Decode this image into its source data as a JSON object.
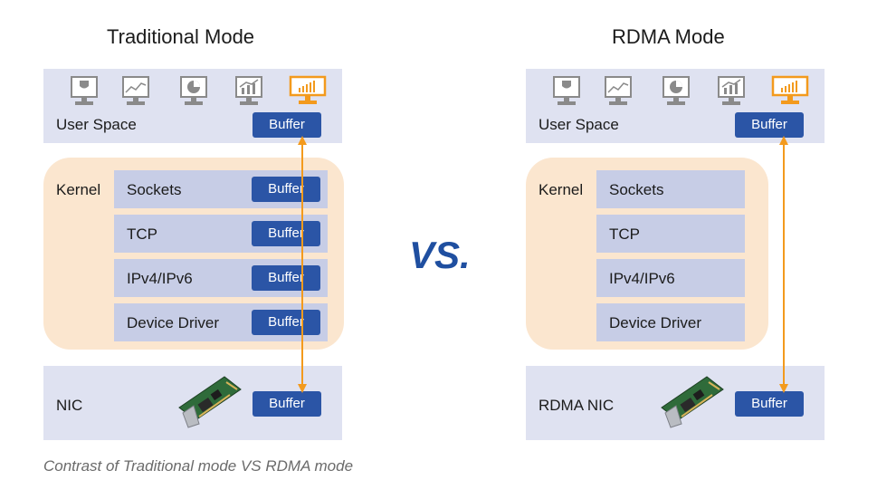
{
  "left": {
    "title": "Traditional Mode",
    "user_space_label": "User Space",
    "kernel_label": "Kernel",
    "layers": [
      "Sockets",
      "TCP",
      "IPv4/IPv6",
      "Device Driver"
    ],
    "nic_label": "NIC",
    "buffer_label": "Buffer"
  },
  "right": {
    "title": "RDMA Mode",
    "user_space_label": "User Space",
    "kernel_label": "Kernel",
    "layers": [
      "Sockets",
      "TCP",
      "IPv4/IPv6",
      "Device Driver"
    ],
    "nic_label": "RDMA NIC",
    "buffer_label": "Buffer"
  },
  "vs_label": "VS.",
  "caption": "Contrast of Traditional mode VS RDMA mode",
  "colors": {
    "panel": "#dfe2f1",
    "kernel": "#fbe6cf",
    "layer": "#c7cde6",
    "buffer": "#2b55a6",
    "arrow": "#f39a1d",
    "vs": "#1f4fa0"
  },
  "icons": [
    "monitor-icon",
    "line-chart-icon",
    "pie-chart-icon",
    "bar-chart-icon",
    "highlighted-bar-chart-icon"
  ]
}
